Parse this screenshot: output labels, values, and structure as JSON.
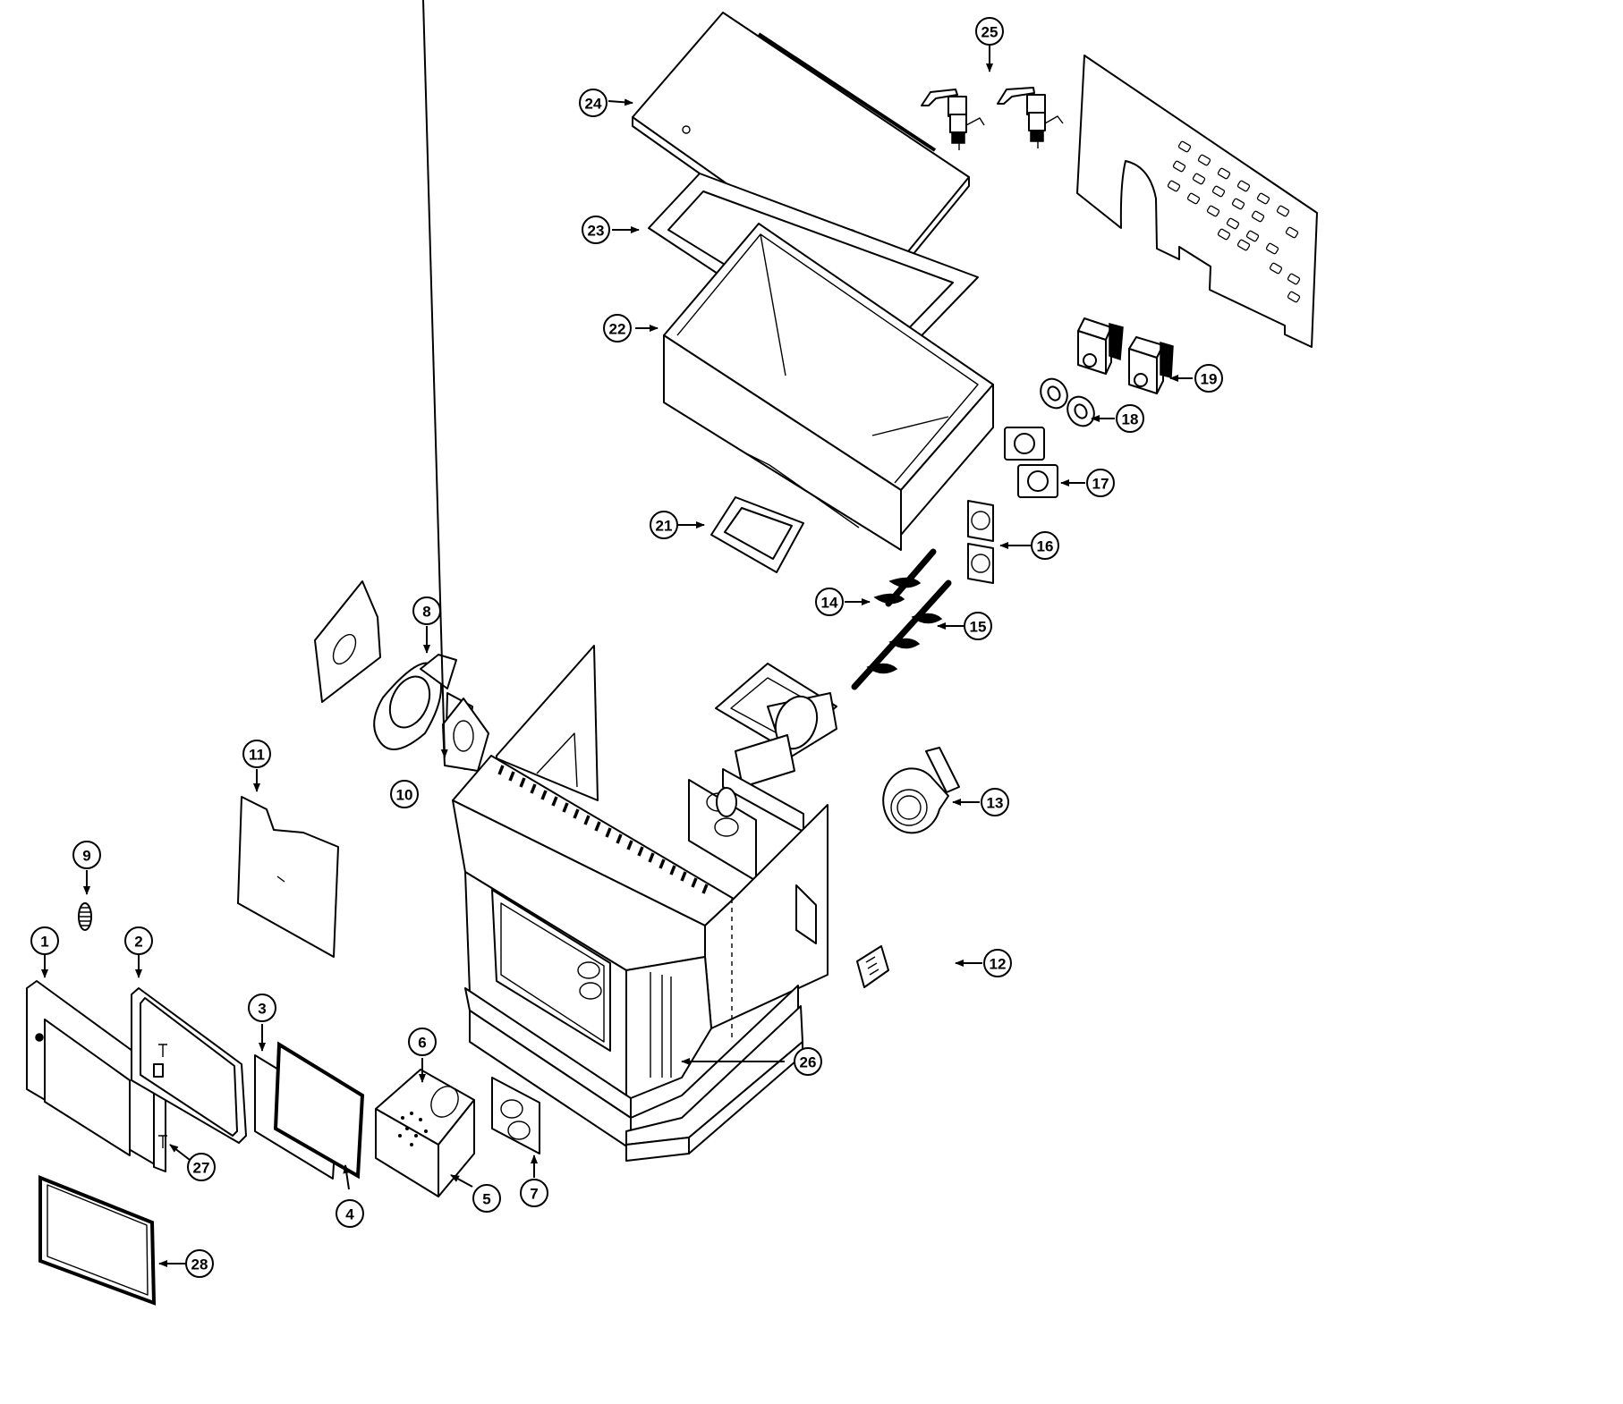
{
  "callouts": [
    {
      "label": "1"
    },
    {
      "label": "2"
    },
    {
      "label": "3"
    },
    {
      "label": "4"
    },
    {
      "label": "5"
    },
    {
      "label": "6"
    },
    {
      "label": "7"
    },
    {
      "label": "8"
    },
    {
      "label": "9"
    },
    {
      "label": "10"
    },
    {
      "label": "11"
    },
    {
      "label": "12"
    },
    {
      "label": "13"
    },
    {
      "label": "14"
    },
    {
      "label": "15"
    },
    {
      "label": "16"
    },
    {
      "label": "17"
    },
    {
      "label": "18"
    },
    {
      "label": "19"
    },
    {
      "label": "21"
    },
    {
      "label": "22"
    },
    {
      "label": "23"
    },
    {
      "label": "24"
    },
    {
      "label": "25"
    },
    {
      "label": "26"
    },
    {
      "label": "27"
    },
    {
      "label": "28"
    }
  ]
}
